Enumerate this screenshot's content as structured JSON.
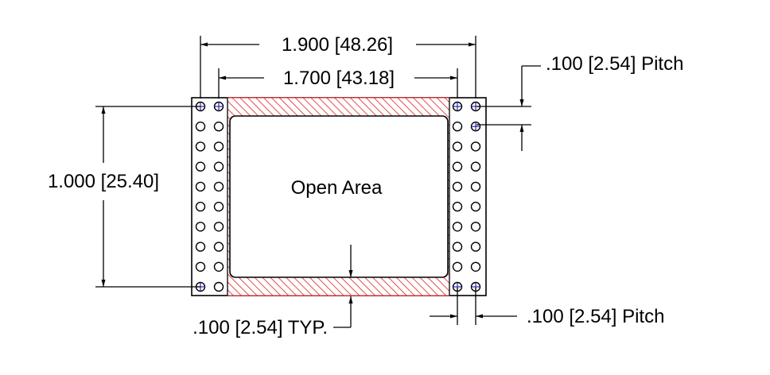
{
  "labels": {
    "outer_width": "1.900 [48.26]",
    "inner_width": "1.700 [43.18]",
    "height": "1.000 [25.40]",
    "open_area": "Open Area",
    "pitch_vertical": ".100 [2.54] Pitch",
    "pitch_horizontal": ".100 [2.54] Pitch",
    "border_typ": ".100 [2.54] TYP."
  },
  "grid": {
    "rows": 10,
    "columns_per_side": 2
  },
  "colors": {
    "outline": "#000000",
    "hatch": "#e02020",
    "highlighted_hole": "#1a1aa8"
  }
}
